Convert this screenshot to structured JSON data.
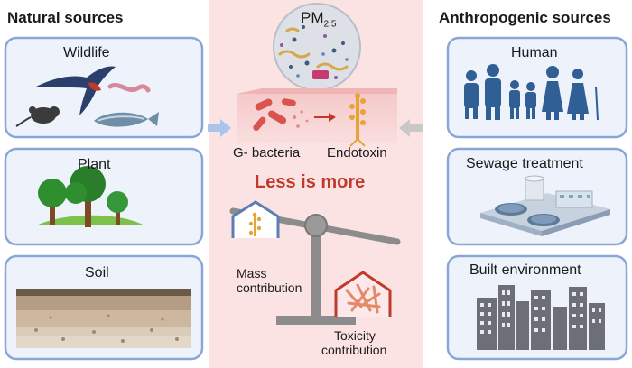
{
  "left_panel": {
    "title": "Natural sources",
    "items": [
      {
        "label": "Wildlife",
        "icon": "wildlife-icon"
      },
      {
        "label": "Plant",
        "icon": "tree-icon"
      },
      {
        "label": "Soil",
        "icon": "soil-layers-icon"
      }
    ]
  },
  "right_panel": {
    "title": "Anthropogenic sources",
    "items": [
      {
        "label": "Human",
        "icon": "people-icon"
      },
      {
        "label": "Sewage treatment",
        "icon": "sewage-plant-icon"
      },
      {
        "label": "Built environment",
        "icon": "city-buildings-icon"
      }
    ]
  },
  "center": {
    "pm_label": "PM",
    "pm_subscript": "2.5",
    "bacteria_label": "G- bacteria",
    "endotoxin_label": "Endotoxin",
    "motto": "Less is more",
    "mass_line1": "Mass",
    "mass_line2": "contribution",
    "toxicity_line1": "Toxicity",
    "toxicity_line2": "contribution"
  },
  "colors": {
    "box_border": "#8aa6d6",
    "box_fill": "#eef3fb",
    "center_bg": "#fbe3e3",
    "motto": "#c0392b",
    "arrow": "#a9c6ea",
    "endotoxin": "#e8a23a",
    "bacteria": "#d9534f"
  }
}
